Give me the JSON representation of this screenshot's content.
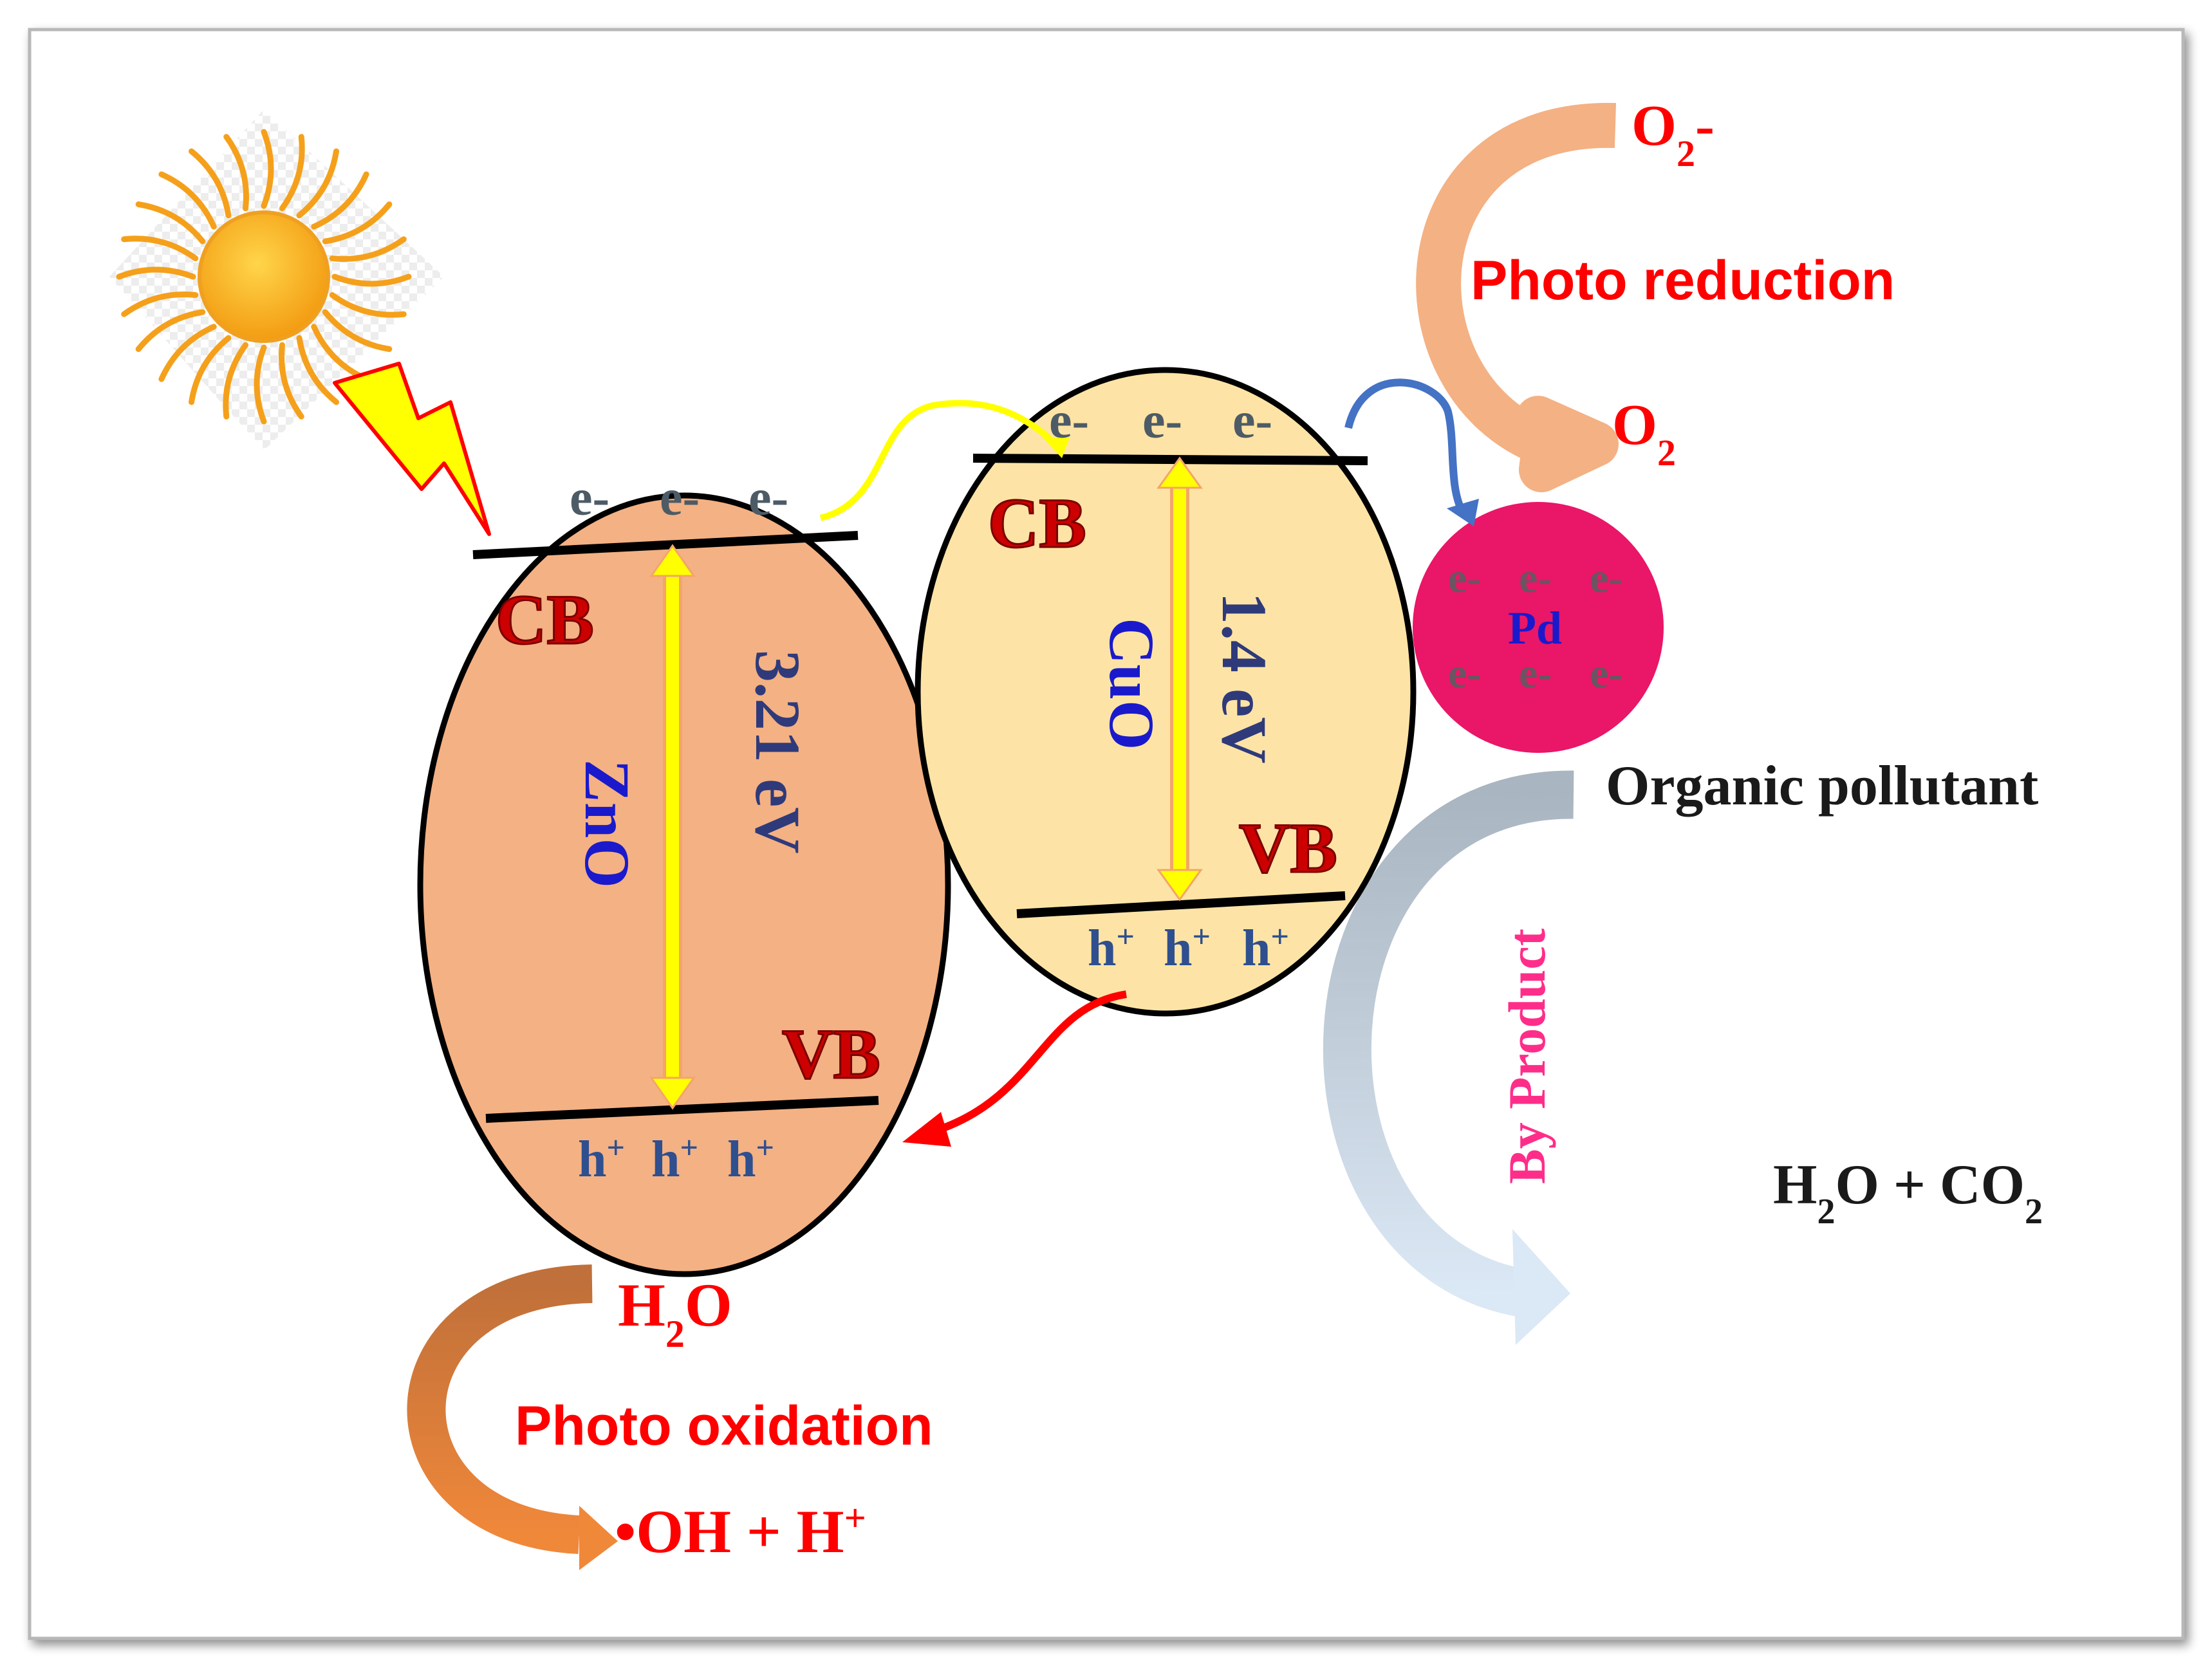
{
  "colors": {
    "zno_fill": "#f4b183",
    "cuo_fill": "#fde4a6",
    "pd_fill": "#ea1668",
    "band_arrow": "#ffff00",
    "red_label": "#ff0000",
    "blue_label": "#0000cc",
    "gray_electron": "#4d5b66",
    "pink_label": "#ff2d8a"
  },
  "icons": {
    "sun": "sun-icon",
    "lightning": "lightning-bolt-icon"
  },
  "zno": {
    "name": "ZnO",
    "gap": "3.21 eV",
    "cb": "CB",
    "vb": "VB",
    "electrons": [
      "e-",
      "e-",
      "e-"
    ],
    "holes": [
      "h",
      "h",
      "h"
    ],
    "hole_charge": "+"
  },
  "cuo": {
    "name": "CuO",
    "gap": "1.4 eV",
    "cb": "CB",
    "vb": "VB",
    "electrons": [
      "e-",
      "e-",
      "e-"
    ],
    "holes": [
      "h",
      "h",
      "h"
    ],
    "hole_charge": "+"
  },
  "pd": {
    "name": "Pd",
    "electrons_top": [
      "e-",
      "e-",
      "e-"
    ],
    "electrons_bottom": [
      "e-",
      "e-",
      "e-"
    ]
  },
  "reduction": {
    "product_main": "O",
    "product_sub": "2",
    "product_suffix": "-",
    "label": "Photo reduction",
    "reactant_main": "O",
    "reactant_sub": "2"
  },
  "oxidation": {
    "reactant_h": "H",
    "reactant_sub": "2",
    "reactant_o": "O",
    "label": "Photo oxidation",
    "product_main": "•OH + H",
    "product_sup": "+"
  },
  "degradation": {
    "pollutant": "Organic pollutant",
    "byproduct": "By Product",
    "product_h": "H",
    "product_sub1": "2",
    "product_mid": "O + CO",
    "product_sub2": "2"
  }
}
